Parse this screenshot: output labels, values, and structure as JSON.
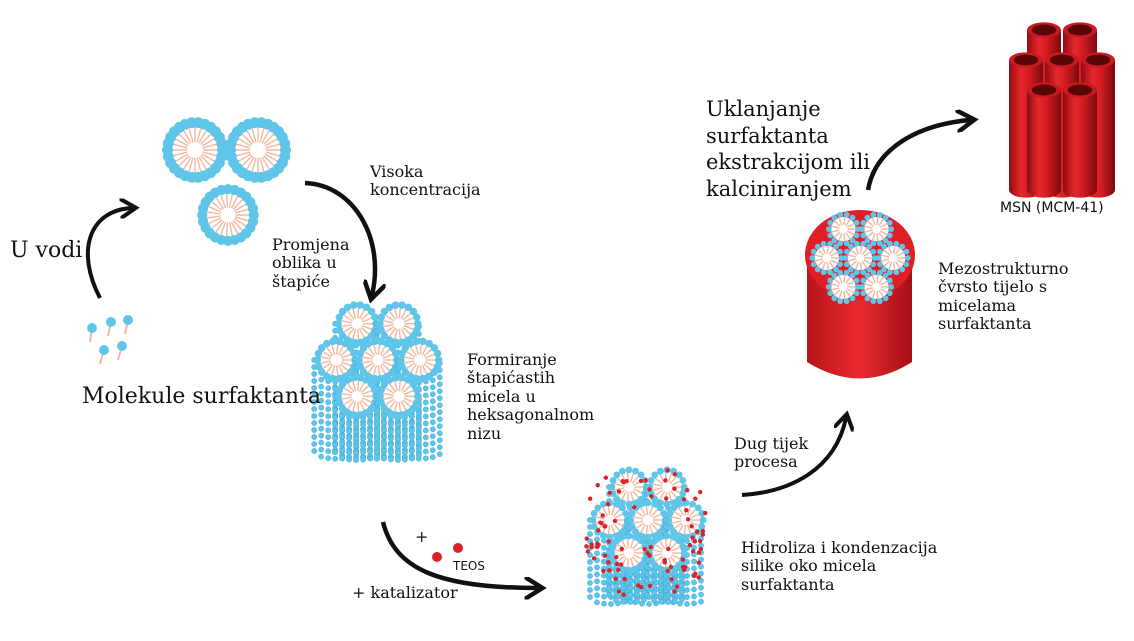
{
  "labels": {
    "surfactant_molecules": "Molekule surfaktanta",
    "in_water": "U vodi",
    "high_concentration": "Visoka\nkoncentracija",
    "shape_change": "Promjena\noblika u\nštapiće",
    "rod_micelles": "Formiranje\nštapićastih\nmicela u\nheksagonalnom\nnizu",
    "teos": "TEOS",
    "plus_top": "+",
    "catalyst": "+  katalizator",
    "hydrolysis": "Hidroliza i kondenzacija\nsilike oko micela\nsurfaktanta",
    "long_process": "Dug tijek\nprocesa",
    "mesostructured": "Mezostrukturno\nčvrsto tijelo s\nmicelama\nsurfaktanta",
    "removal": "Uklanjanje\nsurfaktanta\nekstrakcijom ili\nkalciniranjem",
    "msn": "MSN (MCM-41)"
  },
  "colors": {
    "micelle_head": "#5fc6ea",
    "micelle_tail": "#f2b8a0",
    "micelle_core": "#ffffff",
    "silica_red": "#e01e26",
    "silica_dot": "#d9232a",
    "arrow": "#111111"
  }
}
